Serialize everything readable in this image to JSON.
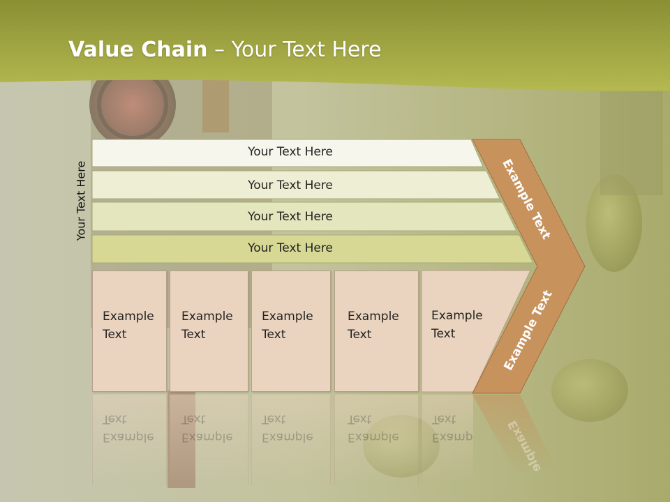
{
  "slide": {
    "title_bold": "Value Chain",
    "title_rest": " – Your Text Here",
    "side_label": "Your Text Here"
  },
  "support_rows": [
    {
      "label": "Your Text Here",
      "color": "#f6f6ec"
    },
    {
      "label": "Your Text Here",
      "color": "#eeeed5"
    },
    {
      "label": "Your Text Here",
      "color": "#e4e6bd"
    },
    {
      "label": "Your Text Here",
      "color": "#d6d894"
    }
  ],
  "primary_boxes": [
    {
      "line1": "Example",
      "line2": "Text"
    },
    {
      "line1": "Example",
      "line2": "Text"
    },
    {
      "line1": "Example",
      "line2": "Text"
    },
    {
      "line1": "Example",
      "line2": "Text"
    },
    {
      "line1": "Example",
      "line2": "Text"
    }
  ],
  "chevron": {
    "top_label": "Example Text",
    "bottom_label": "Example Text",
    "color": "#c8925d",
    "reflection_label": "Example"
  },
  "colors": {
    "header_band": "#a9ad3f",
    "box_fill": "#ead4bf"
  }
}
